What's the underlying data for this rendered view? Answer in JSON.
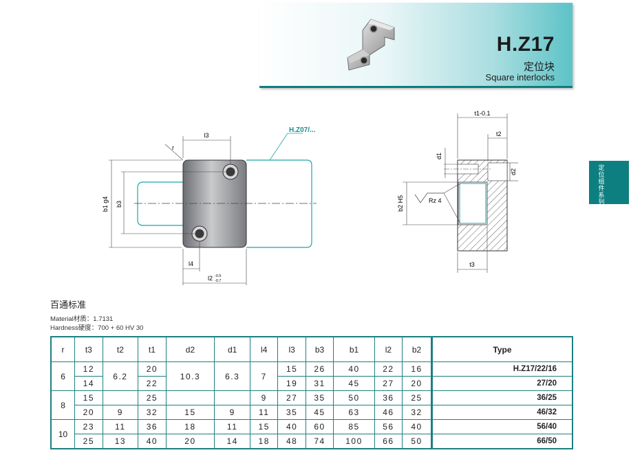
{
  "header": {
    "code": "H.Z17",
    "title_cn": "定位块",
    "title_en": "Square interlocks"
  },
  "side_tab": {
    "text": "定位组件系列"
  },
  "drawing": {
    "front_labels": {
      "l3": "l3",
      "r": "r",
      "b1": "b1 g4",
      "b3": "b3",
      "l4": "l4",
      "l2": "l2",
      "l2_tol_upper": "-0.5",
      "l2_tol_lower": "-0.7",
      "ref": "H.Z07/..."
    },
    "section_labels": {
      "t1": "t1-0.1",
      "t2": "t2",
      "d1": "d1",
      "d2": "d2",
      "b2": "b2 H5",
      "rz": "Rz 4",
      "t3": "t3"
    }
  },
  "section_title": "百通标准",
  "material": "Material材质：1.7131",
  "hardness": "Hardness硬度：700 + 60 HV 30",
  "table": {
    "headers": [
      "r",
      "t3",
      "t2",
      "t1",
      "d2",
      "d1",
      "l4",
      "l3",
      "b3",
      "b1",
      "l2",
      "b2",
      "Type"
    ],
    "groups": [
      {
        "r": "6",
        "t2": "6.2",
        "d2": "10.3",
        "d1": "6.3",
        "l4": "7",
        "rows": [
          {
            "t3": "12",
            "t1": "20",
            "l3": "15",
            "b3": "26",
            "b1": "40",
            "l2": "22",
            "b2": "16",
            "type": "H.Z17/22/16"
          },
          {
            "t3": "14",
            "t1": "22",
            "l3": "19",
            "b3": "31",
            "b1": "45",
            "l2": "27",
            "b2": "20",
            "type": "27/20"
          }
        ]
      },
      {
        "r": "8",
        "rows": [
          {
            "t3": "15",
            "t2": "",
            "t1": "25",
            "d2": "",
            "d1": "",
            "l4": "9",
            "l3": "27",
            "b3": "35",
            "b1": "50",
            "l2": "36",
            "b2": "25",
            "type": "36/25"
          },
          {
            "t3": "20",
            "t2": "9",
            "t1": "32",
            "d2": "15",
            "d1": "9",
            "l4": "11",
            "l3": "35",
            "b3": "45",
            "b1": "63",
            "l2": "46",
            "b2": "32",
            "type": "46/32"
          }
        ]
      },
      {
        "r": "10",
        "rows": [
          {
            "t3": "23",
            "t2": "11",
            "t1": "36",
            "d2": "18",
            "d1": "11",
            "l4": "15",
            "l3": "40",
            "b3": "60",
            "b1": "85",
            "l2": "56",
            "b2": "40",
            "type": "56/40"
          },
          {
            "t3": "25",
            "t2": "13",
            "t1": "40",
            "d2": "20",
            "d1": "14",
            "l4": "18",
            "l3": "48",
            "b3": "74",
            "b1": "100",
            "l2": "66",
            "b2": "50",
            "type": "66/50"
          }
        ]
      }
    ]
  }
}
